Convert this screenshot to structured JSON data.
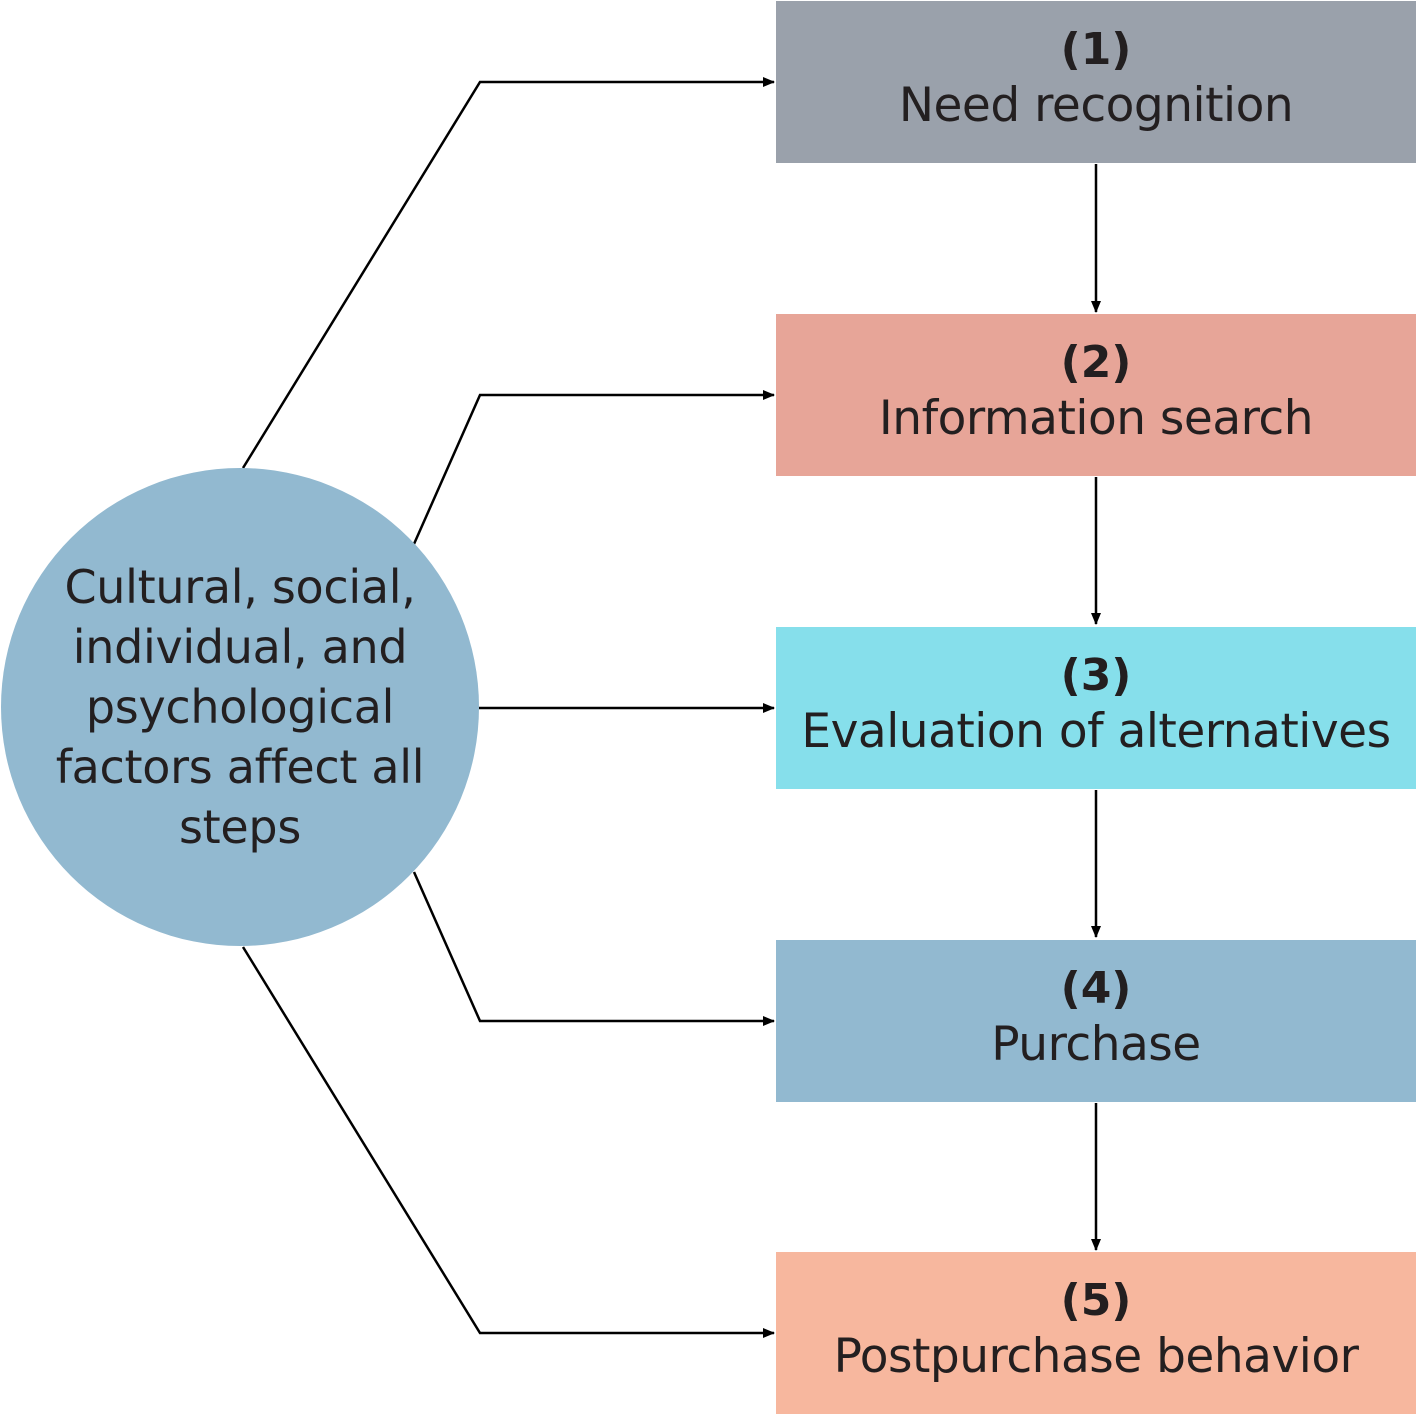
{
  "colors": {
    "line": "#000000",
    "text": "#231f20",
    "circle_fill": "#92b9d0"
  },
  "factors": {
    "text": "Cultural, social, individual, and psychological factors affect all steps"
  },
  "steps": [
    {
      "number": "(1)",
      "label": "Need recognition",
      "color": "#9aa1ab"
    },
    {
      "number": "(2)",
      "label": "Information search",
      "color": "#e7a598"
    },
    {
      "number": "(3)",
      "label": "Evaluation of alternatives",
      "color": "#86dfeb"
    },
    {
      "number": "(4)",
      "label": "Purchase",
      "color": "#92b9d0"
    },
    {
      "number": "(5)",
      "label": "Postpurchase behavior",
      "color": "#f7b79e"
    }
  ]
}
